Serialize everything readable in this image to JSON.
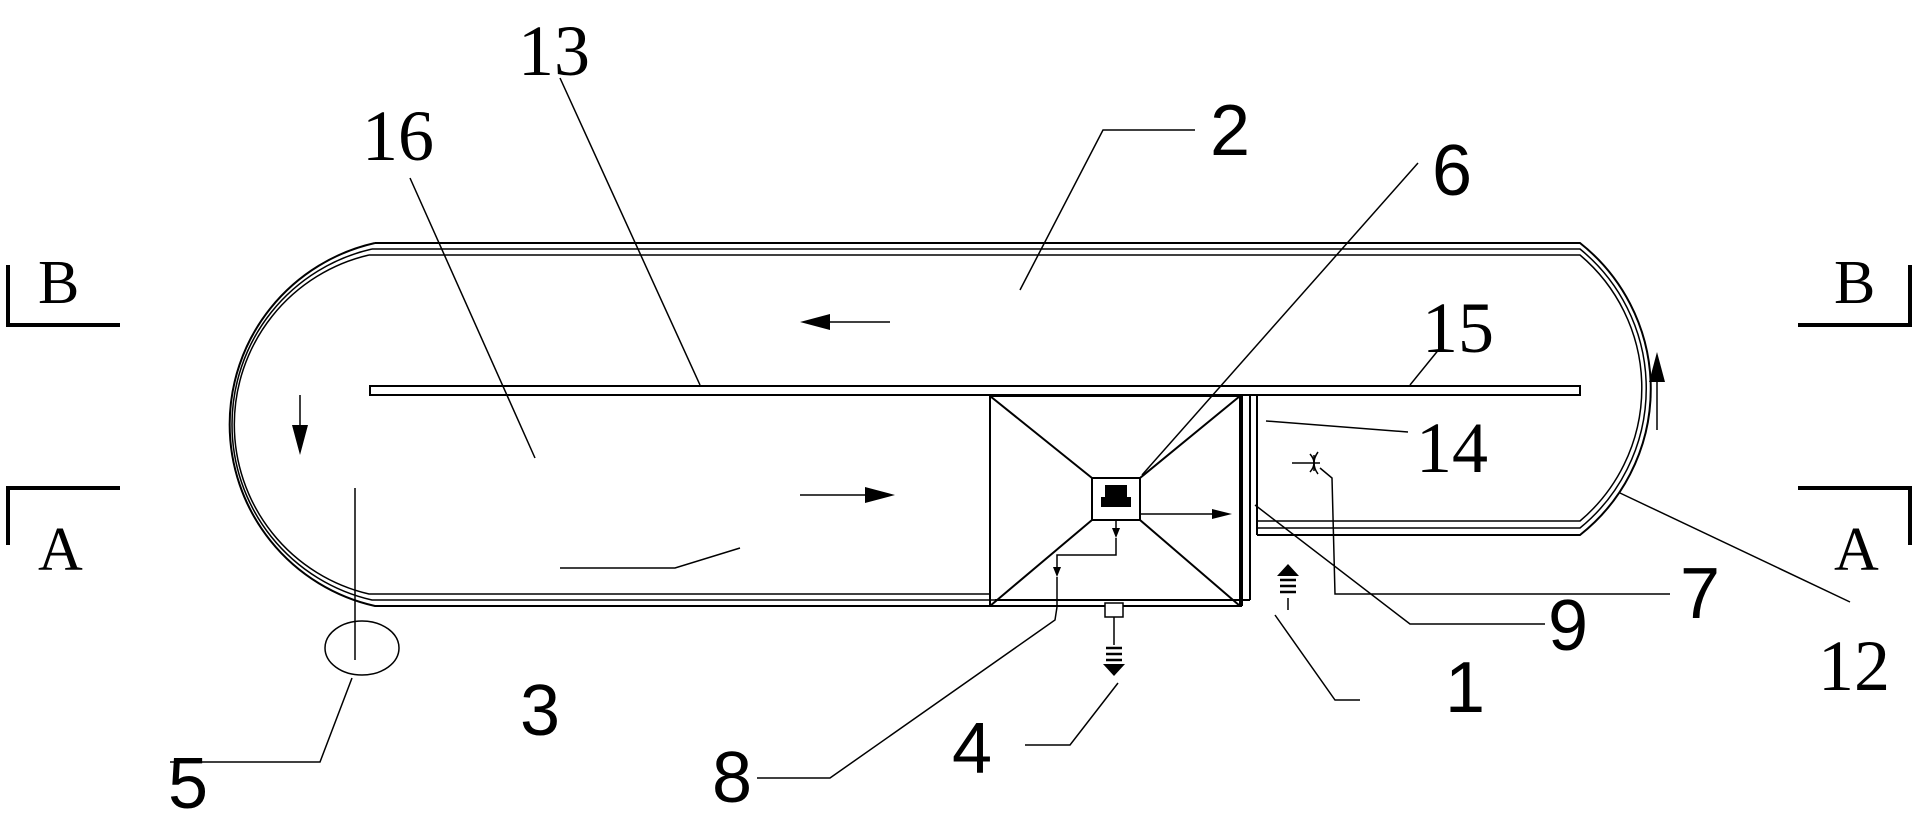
{
  "section_marks": {
    "left_b": "B",
    "left_a": "A",
    "right_b": "B",
    "right_a": "A"
  },
  "callouts": {
    "c1": "1",
    "c2": "2",
    "c3": "3",
    "c4": "4",
    "c5": "5",
    "c6": "6",
    "c7": "7",
    "c8": "8",
    "c9": "9",
    "c12": "12",
    "c13": "13",
    "c14": "14",
    "c15": "15",
    "c16": "16"
  }
}
